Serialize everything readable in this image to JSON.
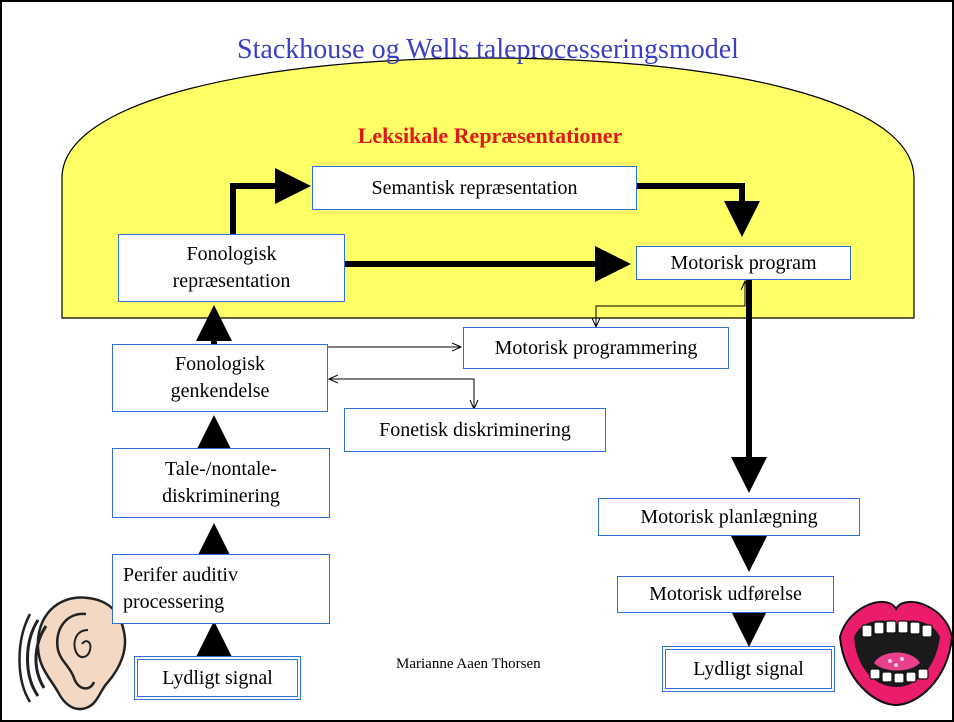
{
  "title": "Stackhouse og Wells taleprocesseringsmodel",
  "lexical_region": {
    "label": "Leksikale Repræsentationer"
  },
  "boxes": {
    "semantic": "Semantisk repræsentation",
    "phon_repr": "Fonologisk\nrepræsentation",
    "motor_program": "Motorisk program",
    "motor_programming": "Motorisk programmering",
    "phon_recognition": "Fonologisk\ngenkendelse",
    "phonetic_discrimination": "Fonetisk diskriminering",
    "speech_discrimination": "Tale-/nontale-\ndiskriminering",
    "peripheral": "Perifer auditiv\nprocessering",
    "signal_in": "Lydligt signal",
    "motor_planning": "Motorisk planlægning",
    "motor_execution": "Motorisk udførelse",
    "signal_out": "Lydligt signal"
  },
  "footer": "Marianne Aaen Thorsen",
  "colors": {
    "title": "#3b3fc4",
    "lexical_fill": "#ffff66",
    "lexical_label": "#e01818",
    "box_border": "#2f6ed6"
  },
  "icons": [
    "ear-icon",
    "mouth-icon"
  ]
}
